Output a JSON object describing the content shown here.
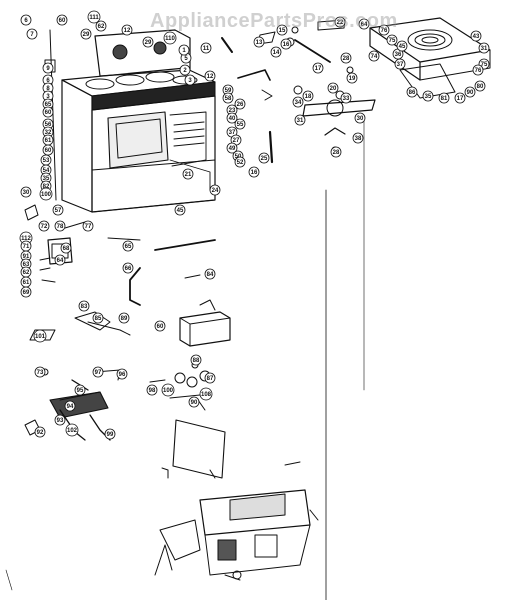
{
  "watermark": "AppliancePartsPros.com",
  "colors": {
    "ink": "#111111",
    "watermark": "#969696"
  },
  "callouts": [
    {
      "id": "c1",
      "label": "6"
    },
    {
      "id": "c2",
      "label": "60"
    },
    {
      "id": "c3",
      "label": "111"
    },
    {
      "id": "c4",
      "label": "29"
    },
    {
      "id": "c5",
      "label": "110"
    },
    {
      "id": "c6",
      "label": "7"
    },
    {
      "id": "c7",
      "label": "62"
    },
    {
      "id": "c8",
      "label": "29"
    },
    {
      "id": "c9",
      "label": "12"
    },
    {
      "id": "c10",
      "label": "11"
    },
    {
      "id": "c11",
      "label": "14"
    },
    {
      "id": "c12",
      "label": "15"
    },
    {
      "id": "c13",
      "label": "13"
    },
    {
      "id": "c14",
      "label": "17"
    },
    {
      "id": "c15",
      "label": "22"
    },
    {
      "id": "c16",
      "label": "16"
    },
    {
      "id": "c17",
      "label": "28"
    },
    {
      "id": "c18",
      "label": "19"
    },
    {
      "id": "c19",
      "label": "20"
    },
    {
      "id": "c20",
      "label": "18"
    },
    {
      "id": "c21",
      "label": "12"
    },
    {
      "id": "c22",
      "label": "9"
    },
    {
      "id": "c23",
      "label": "6"
    },
    {
      "id": "c24",
      "label": "8"
    },
    {
      "id": "c25",
      "label": "3"
    },
    {
      "id": "c26",
      "label": "65"
    },
    {
      "id": "c27",
      "label": "60"
    },
    {
      "id": "c28",
      "label": "2"
    },
    {
      "id": "c29",
      "label": "3"
    },
    {
      "id": "c30",
      "label": "5"
    },
    {
      "id": "c31",
      "label": "1"
    },
    {
      "id": "c32",
      "label": "56"
    },
    {
      "id": "c33",
      "label": "32"
    },
    {
      "id": "c34",
      "label": "61"
    },
    {
      "id": "c35",
      "label": "60"
    },
    {
      "id": "c36",
      "label": "59"
    },
    {
      "id": "c37",
      "label": "58"
    },
    {
      "id": "c38",
      "label": "26"
    },
    {
      "id": "c39",
      "label": "23"
    },
    {
      "id": "c40",
      "label": "40"
    },
    {
      "id": "c41",
      "label": "55"
    },
    {
      "id": "c42",
      "label": "37"
    },
    {
      "id": "c43",
      "label": "27"
    },
    {
      "id": "c44",
      "label": "49"
    },
    {
      "id": "c45",
      "label": "50"
    },
    {
      "id": "c46",
      "label": "52"
    },
    {
      "id": "c47",
      "label": "53"
    },
    {
      "id": "c48",
      "label": "54"
    },
    {
      "id": "c49",
      "label": "35"
    },
    {
      "id": "c50",
      "label": "82"
    },
    {
      "id": "c51",
      "label": "100"
    },
    {
      "id": "c52",
      "label": "57"
    },
    {
      "id": "c53",
      "label": "45"
    },
    {
      "id": "c54",
      "label": "24"
    },
    {
      "id": "c55",
      "label": "21"
    },
    {
      "id": "c56",
      "label": "34"
    },
    {
      "id": "c57",
      "label": "33"
    },
    {
      "id": "c58",
      "label": "31"
    },
    {
      "id": "c59",
      "label": "30"
    },
    {
      "id": "c60",
      "label": "38"
    },
    {
      "id": "c61",
      "label": "28"
    },
    {
      "id": "c62",
      "label": "25"
    },
    {
      "id": "c63",
      "label": "16"
    },
    {
      "id": "c64",
      "label": "64"
    },
    {
      "id": "c65",
      "label": "43"
    },
    {
      "id": "c66",
      "label": "31"
    },
    {
      "id": "c67",
      "label": "75"
    },
    {
      "id": "c68",
      "label": "76"
    },
    {
      "id": "c69",
      "label": "80"
    },
    {
      "id": "c70",
      "label": "90"
    },
    {
      "id": "c71",
      "label": "17"
    },
    {
      "id": "c72",
      "label": "81"
    },
    {
      "id": "c73",
      "label": "35"
    },
    {
      "id": "c74",
      "label": "86"
    },
    {
      "id": "c75",
      "label": "37"
    },
    {
      "id": "c76",
      "label": "36"
    },
    {
      "id": "c77",
      "label": "45"
    },
    {
      "id": "c78",
      "label": "75"
    },
    {
      "id": "c79",
      "label": "76"
    },
    {
      "id": "c80",
      "label": "74"
    },
    {
      "id": "c81",
      "label": "30"
    },
    {
      "id": "c82",
      "label": "72"
    },
    {
      "id": "c83",
      "label": "78"
    },
    {
      "id": "c84",
      "label": "77"
    },
    {
      "id": "c85",
      "label": "112"
    },
    {
      "id": "c86",
      "label": "71"
    },
    {
      "id": "c87",
      "label": "91"
    },
    {
      "id": "c88",
      "label": "63"
    },
    {
      "id": "c89",
      "label": "62"
    },
    {
      "id": "c90",
      "label": "61"
    },
    {
      "id": "c91",
      "label": "69"
    },
    {
      "id": "c92",
      "label": "68"
    },
    {
      "id": "c93",
      "label": "64"
    },
    {
      "id": "c94",
      "label": "65"
    },
    {
      "id": "c95",
      "label": "66"
    },
    {
      "id": "c96",
      "label": "84"
    },
    {
      "id": "c97",
      "label": "83"
    },
    {
      "id": "c98",
      "label": "85"
    },
    {
      "id": "c99",
      "label": "89"
    },
    {
      "id": "c100",
      "label": "60"
    },
    {
      "id": "c101",
      "label": "101"
    },
    {
      "id": "c102",
      "label": "73"
    },
    {
      "id": "c103",
      "label": "97"
    },
    {
      "id": "c104",
      "label": "96"
    },
    {
      "id": "c105",
      "label": "95"
    },
    {
      "id": "c106",
      "label": "94"
    },
    {
      "id": "c107",
      "label": "93"
    },
    {
      "id": "c108",
      "label": "102"
    },
    {
      "id": "c109",
      "label": "92"
    },
    {
      "id": "c110",
      "label": "99"
    },
    {
      "id": "c111",
      "label": "98"
    },
    {
      "id": "c112",
      "label": "100"
    },
    {
      "id": "c113",
      "label": "88"
    },
    {
      "id": "c114",
      "label": "87"
    },
    {
      "id": "c115",
      "label": "108"
    },
    {
      "id": "c116",
      "label": "90"
    }
  ]
}
